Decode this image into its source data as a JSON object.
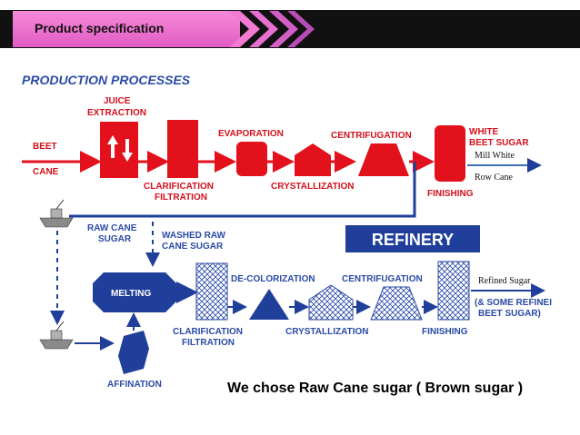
{
  "header": {
    "title": "Product specification"
  },
  "diagram": {
    "title": "PRODUCTION PROCESSES",
    "top_row": {
      "beet": "BEET",
      "cane": "CANE",
      "juice_extraction_1": "JUICE",
      "juice_extraction_2": "EXTRACTION",
      "clarification": "CLARIFICATION",
      "filtration": "FILTRATION",
      "evaporation": "EVAPORATION",
      "crystallization": "CRYSTALLIZATION",
      "centrifugation": "CENTRIFUGATION",
      "finishing": "FINISHING",
      "white_1": "WHITE",
      "white_2": "BEET SUGAR",
      "mill_white": "Mill White",
      "row_cane": "Row Cane"
    },
    "bottom_row": {
      "raw_cane_1": "RAW CANE",
      "raw_cane_2": "SUGAR",
      "washed_1": "WASHED RAW",
      "washed_2": "CANE SUGAR",
      "refinery": "REFINERY",
      "melting": "MELTING",
      "affination": "AFFINATION",
      "clarification": "CLARIFICATION",
      "filtration": "FILTRATION",
      "decolorization": "DE-COLORIZATION",
      "crystallization": "CRYSTALLIZATION",
      "centrifugation": "CENTRIFUGATION",
      "finishing": "FINISHING",
      "refined_sugar": "Refined Sugar",
      "some_refined_1": "(& SOME REFINEI",
      "some_refined_2": "BEET SUGAR)"
    }
  },
  "caption": "We chose Raw Cane sugar ( Brown sugar )",
  "colors": {
    "red": "#e3111b",
    "blue": "#1f3f9a",
    "header_pink": "#e25cc3",
    "header_dark": "#111111"
  }
}
